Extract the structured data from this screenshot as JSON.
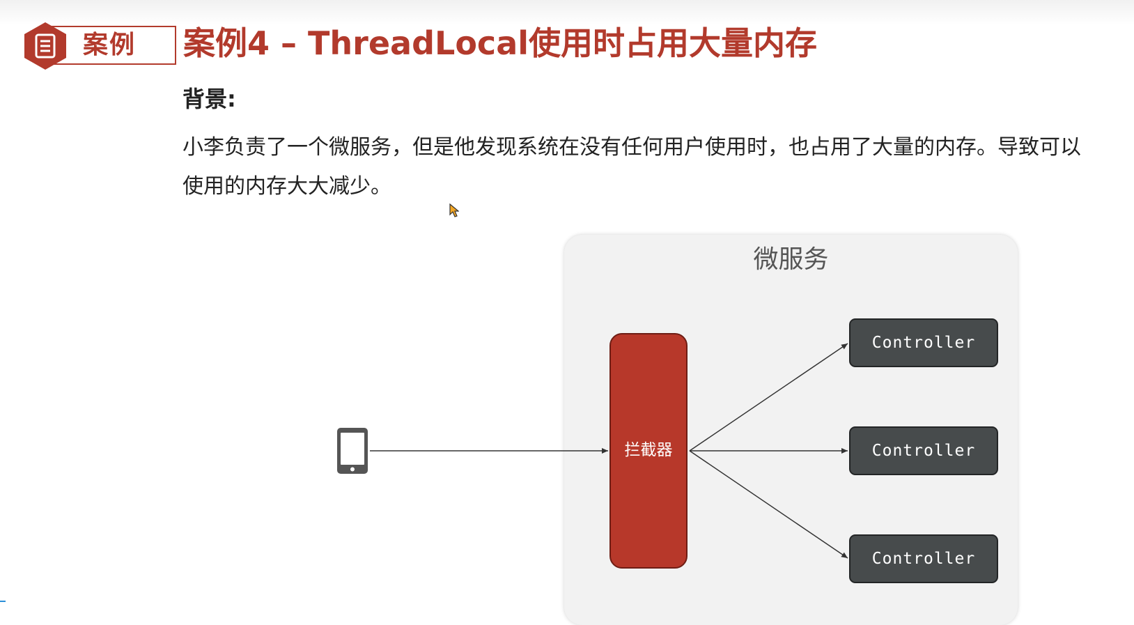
{
  "badge": {
    "label": "案例",
    "icon": "document-icon"
  },
  "title": "案例4 – ThreadLocal使用时占用大量内存",
  "background": {
    "heading": "背景:",
    "text": "小李负责了一个微服务，但是他发现系统在没有任何用户使用时，也占用了大量的内存。导致可以使用的内存大大减少。"
  },
  "diagram": {
    "client_icon": "smartphone-icon",
    "container_label": "微服务",
    "interceptor_label": "拦截器",
    "controllers": [
      "Controller",
      "Controller",
      "Controller"
    ]
  },
  "colors": {
    "accent": "#b23a2c",
    "interceptor": "#b7382a",
    "controller": "#474b4c",
    "panel": "#f2f2f2"
  }
}
